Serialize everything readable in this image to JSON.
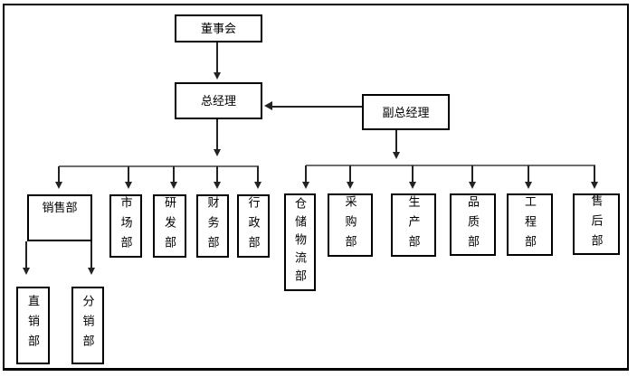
{
  "colors": {
    "background": "#ffffff",
    "box_border": "#000000",
    "text": "#000000",
    "connector": "#222222",
    "rail": "#6e6e6e"
  },
  "nodes": {
    "board": {
      "label": "董事会"
    },
    "general_manager": {
      "label": "总经理"
    },
    "deputy_general_manager": {
      "label": "副总经理"
    },
    "sales": {
      "label": "销售部"
    },
    "marketing": {
      "label": "市场部"
    },
    "rnd": {
      "label": "研发部"
    },
    "finance": {
      "label": "财务部"
    },
    "admin": {
      "label": "行政部"
    },
    "warehouse_logistics": {
      "label": "仓储物流部"
    },
    "purchasing": {
      "label": "采购部"
    },
    "production": {
      "label": "生产部"
    },
    "quality": {
      "label": "品质部"
    },
    "engineering": {
      "label": "工程部"
    },
    "after_sales": {
      "label": "售后部"
    },
    "direct_sales": {
      "label": "直销部"
    },
    "distribution": {
      "label": "分销部"
    }
  },
  "edges": [
    {
      "from": "board",
      "to": "general_manager"
    },
    {
      "from": "deputy_general_manager",
      "to": "general_manager"
    },
    {
      "from": "general_manager",
      "to": "sales"
    },
    {
      "from": "general_manager",
      "to": "marketing"
    },
    {
      "from": "general_manager",
      "to": "rnd"
    },
    {
      "from": "general_manager",
      "to": "finance"
    },
    {
      "from": "general_manager",
      "to": "admin"
    },
    {
      "from": "deputy_general_manager",
      "to": "warehouse_logistics"
    },
    {
      "from": "deputy_general_manager",
      "to": "purchasing"
    },
    {
      "from": "deputy_general_manager",
      "to": "production"
    },
    {
      "from": "deputy_general_manager",
      "to": "quality"
    },
    {
      "from": "deputy_general_manager",
      "to": "engineering"
    },
    {
      "from": "deputy_general_manager",
      "to": "after_sales"
    },
    {
      "from": "sales",
      "to": "direct_sales"
    },
    {
      "from": "sales",
      "to": "distribution"
    }
  ]
}
